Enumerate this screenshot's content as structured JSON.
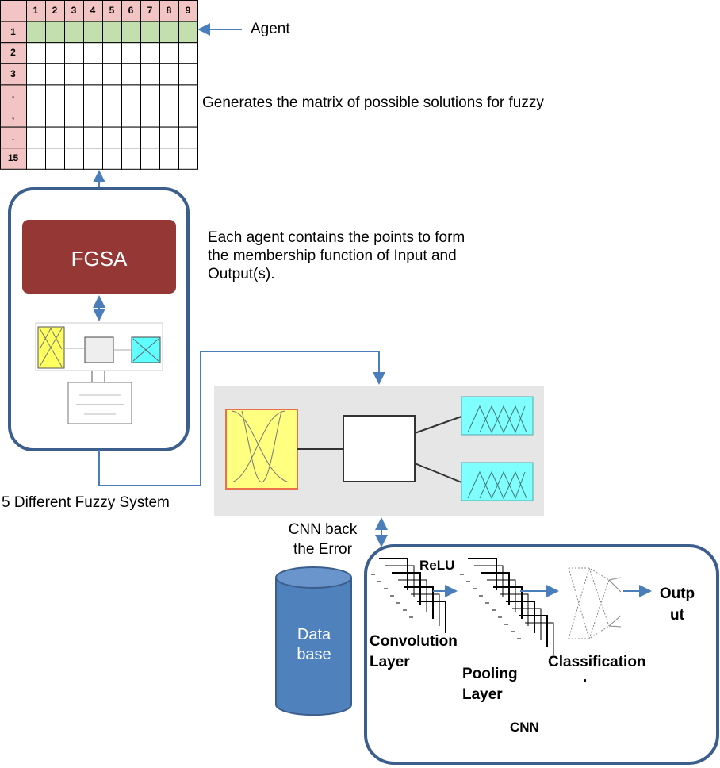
{
  "matrix": {
    "col_headers": [
      "1",
      "2",
      "3",
      "4",
      "5",
      "6",
      "7",
      "8",
      "9"
    ],
    "row_headers": [
      "1",
      "2",
      "3",
      ",",
      ",",
      ".",
      "15"
    ],
    "colors": {
      "header": "#f2c4c4",
      "agent_row": "#c4dfae",
      "grid": "#000000"
    }
  },
  "labels": {
    "agent": "Agent",
    "matrix_desc": "Generates the matrix of possible solutions for fuzzy",
    "agent_desc": "Each agent contains the points to form the membership function of Input and Output(s).",
    "fgsa": "FGSA",
    "fuzzy_systems": "5 Different Fuzzy System",
    "cnn_back_error": "CNN back the Error",
    "database": "Data base",
    "relu": "ReLU",
    "convolution": "Convolution Layer",
    "pooling": "Pooling Layer",
    "classification": "Classification",
    "classification_dot": ".",
    "output": "Outp ut",
    "cnn": "CNN"
  },
  "colors": {
    "box_border": "#3b5e8c",
    "arrow": "#4a7ebb",
    "fgsa": "#953735",
    "database": "#4f81bd",
    "input_mf": "#ffff80",
    "output_mf": "#80ffff"
  }
}
